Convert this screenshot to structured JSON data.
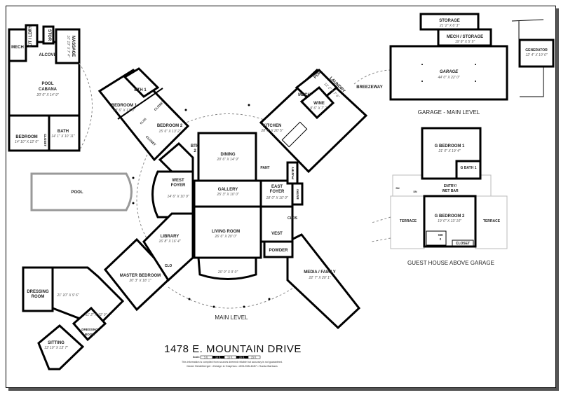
{
  "title": "1478 E. MOUNTAIN DRIVE",
  "scale": {
    "label": "Scale:",
    "segments": [
      "5 ft.",
      "10 ft.",
      "15 ft.",
      "20 ft.",
      "25 ft."
    ]
  },
  "disclaimer": "This information is compiled from sources deemed reliable but accuracy is not guaranteed.",
  "credits": "David Heidelberger • Design & Graphics • 805-965-4657 • Santa Barbara",
  "sections": {
    "main": "MAIN LEVEL",
    "garage": "GARAGE - MAIN LEVEL",
    "guest": "GUEST HOUSE ABOVE GARAGE"
  },
  "cabana": {
    "mech": "MECH",
    "kit_ldry": "KIT / LDRY",
    "stor": "STOR",
    "alcove": "ALCOVE",
    "massage": "MASSAGE",
    "massage_dims": "10' 10\" X 7' 4\"",
    "pool_cabana": [
      "POOL",
      "CABANA"
    ],
    "pool_cabana_dims": "20' 0\" X 14' 9\"",
    "bedroom": "BEDROOM",
    "bedroom_dims": "14' 10\" X 12' 0\"",
    "bath": "BATH",
    "bath_dims": "14' 1\" X 10' 11\"",
    "closet": "CLOSET"
  },
  "pool": "POOL",
  "main": {
    "bedroom1": "BEDROOM 1",
    "bedroom1_dims": "14' 6\" X 13' 0\"",
    "bth1": "BTH 1",
    "closet": "CLOSET",
    "clos": "CLOS",
    "clo": "CLO",
    "bedroom2": "BEDROOM 2",
    "bedroom2_dims": "15' 6\" X 13' 2\"",
    "bth2": [
      "BTH",
      "2"
    ],
    "dining": "DINING",
    "dining_dims": "20' 6\" X 14' 9\"",
    "gallery": "GALLERY",
    "gallery_dims": "25' 3\" X 10' 0\"",
    "west_foyer": [
      "WEST",
      "FOYER"
    ],
    "west_foyer_dims": "14' 6\" X 10' 9\"",
    "east_foyer": [
      "EAST",
      "FOYER"
    ],
    "east_foyer_dims": "18' 0\" X 10' 0\"",
    "pant": "PANT",
    "pantry": "PANTRY",
    "entry": "ENTRY",
    "kitchen": "KITCHEN",
    "kitchen_dims": "28' 0\" X 20' 5\"",
    "mech": "MECH",
    "wine": "WINE",
    "wine_dims": "9' 6\" X 7' 2\"",
    "pdr": "PDR",
    "laundry": "LAUNDRY",
    "laundry_dims": "12' 2\" X 7' 6\"",
    "breezeway": "BREEZEWAY",
    "living": "LIVING ROOM",
    "living_dims": "26' 6\" X 20' 0\"",
    "bay_dims": "20' 0\" X 9' 0\"",
    "vest": "VEST",
    "powder": "POWDER",
    "library": "LIBRARY",
    "library_dims": "16' 8\" X 16' 4\"",
    "media": "MEDIA / FAMILY",
    "media_dims": "22' 7\" X 20' 1\"",
    "master": "MASTER BEDROOM",
    "master_dims": "20' 3\" X 18' 1\"",
    "dressing1": [
      "DRESSING",
      "ROOM"
    ],
    "bath_dims": "21' 10\" X 9' 6\"",
    "bath2_dims": "11' 2\" X 12' 0\"",
    "dressing2": [
      "DRESSING",
      "ROOM"
    ],
    "sitting": "SITTING",
    "sitting_dims": "13' 10\" X 13' 7\""
  },
  "garage": {
    "storage": "STORAGE",
    "storage_dims": "21' 2\" X 6' 3\"",
    "mech_storage": "MECH / STORAGE",
    "mech_storage_dims": "19' 8\" X 5' 9\"",
    "garage": "GARAGE",
    "garage_dims": "44' 0\" X 22' 0\"",
    "generator": "GENERATOR",
    "generator_dims": "12' 4\" X 10' 0\""
  },
  "guest": {
    "gbed1": "G BEDROOM 1",
    "gbed1_dims": "21' 0\" X 19' 4\"",
    "gbath1": "G BATH 1",
    "entry": [
      "ENTRY/",
      "WET BAR"
    ],
    "gbed2": "G BEDROOM 2",
    "gbed2_dims": "19' 0\" X 13' 10\"",
    "gb2": [
      "GB",
      "2"
    ],
    "closet": "CLOSET",
    "terrace": "TERRACE",
    "dn": "DN"
  }
}
